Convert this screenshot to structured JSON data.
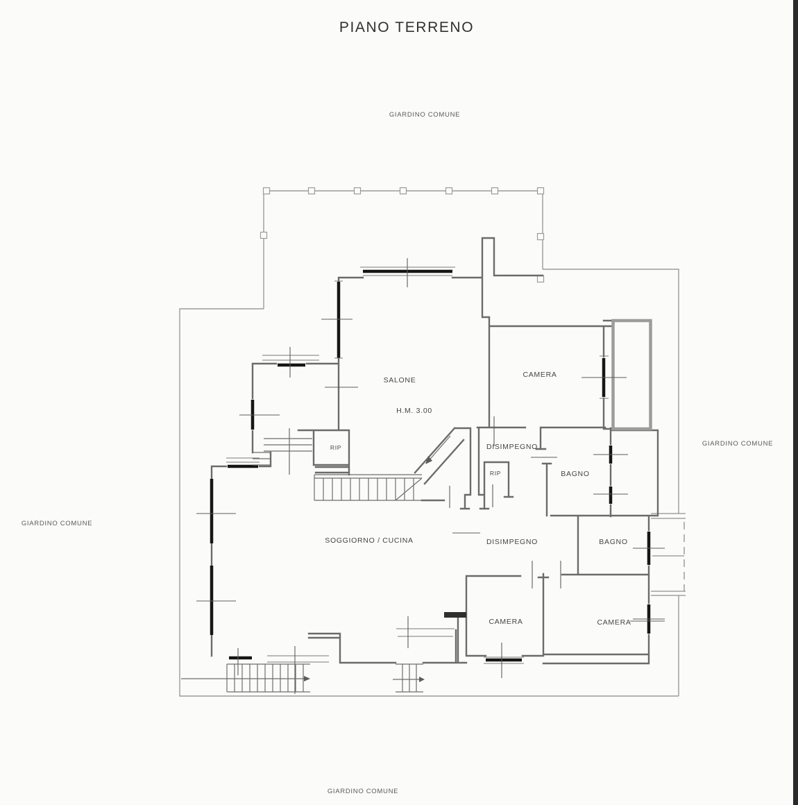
{
  "title": "PIANO TERRENO",
  "garden_label": "GIARDINO COMUNE",
  "rooms": {
    "salone": "SALONE",
    "salone_height": "H.M. 3.00",
    "camera_top": "CAMERA",
    "disimpegno_upper": "DISIMPEGNO",
    "rip_upper": "RIP",
    "bagno_upper": "BAGNO",
    "rip_left": "RIP",
    "soggiorno": "SOGGIORNO / CUCINA",
    "disimpegno_lower": "DISIMPEGNO",
    "bagno_lower": "BAGNO",
    "camera_bottom_left": "CAMERA",
    "camera_bottom_right": "CAMERA"
  },
  "colors": {
    "paper": "#fbfbf9",
    "wall": "#6b6b6b",
    "window_glass": "#161616",
    "boundary": "#9b9b9b",
    "edge_band": "#2a2a2a",
    "text": "#454545"
  }
}
